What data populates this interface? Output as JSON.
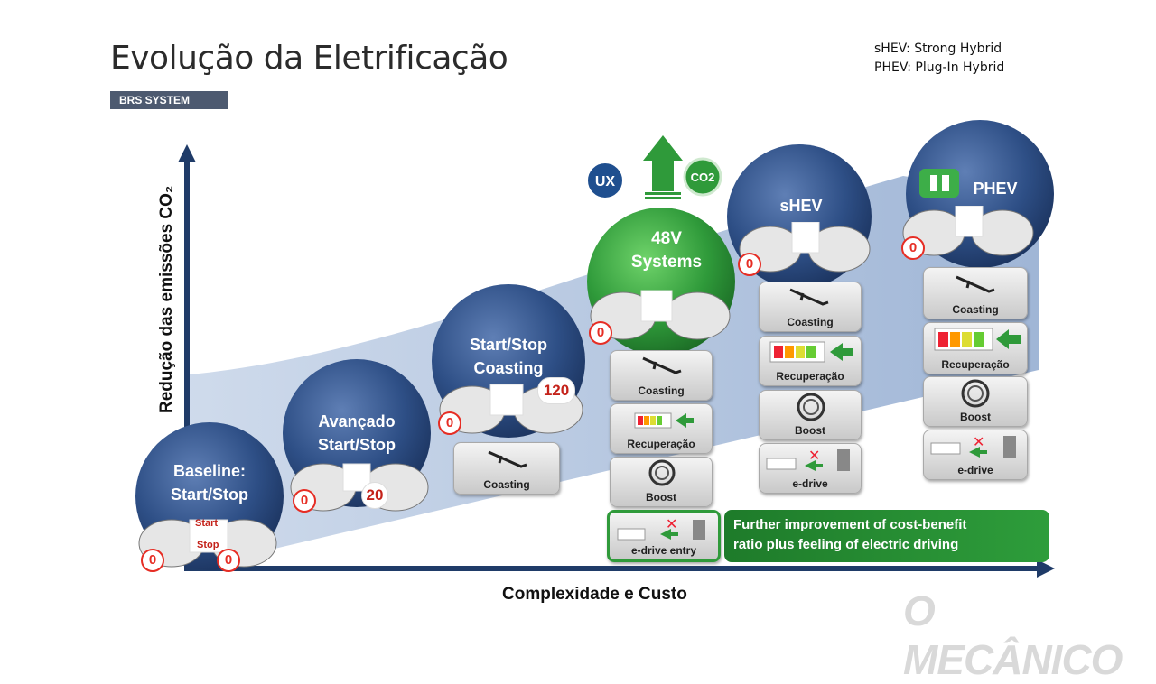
{
  "title": "Evolução da Eletrificação",
  "tag": "BRS SYSTEM",
  "legend": [
    "sHEV: Strong Hybrid",
    "PHEV: Plug-In Hybrid"
  ],
  "axes": {
    "x_label": "Complexidade e Custo",
    "y_label": "Redução das emissões CO₂"
  },
  "stages": [
    {
      "line1": "Baseline:",
      "line2": "Start/Stop"
    },
    {
      "line1": "Avançado",
      "line2": "Start/Stop"
    },
    {
      "line1": "Start/Stop",
      "line2": "Coasting"
    },
    {
      "line1": "48V",
      "line2": "Systems"
    },
    {
      "line1": "sHEV",
      "line2": ""
    },
    {
      "line1": "PHEV",
      "line2": ""
    }
  ],
  "readouts": {
    "zero": "0",
    "speed_20": "20",
    "speed_120": "120"
  },
  "start_stop": {
    "line1": "Start",
    "line2": "Stop"
  },
  "features": {
    "coasting": "Coasting",
    "recuperation": "Recuperação",
    "boost": "Boost",
    "edrive": "e-drive",
    "edrive_entry": "e-drive  entry"
  },
  "callout": {
    "line1": "Further improvement of cost-benefit",
    "line2a": "ratio plus ",
    "line2b": "feeling",
    "line2c": " of electric driving"
  },
  "logos": {
    "ux": "UX",
    "co2": "CO2"
  },
  "watermark": "O MECÂNICO",
  "colors": {
    "bubble": "#2e4f86",
    "green": "#2f9a3a",
    "red": "#e62d24",
    "band": "#b9cbe3"
  }
}
